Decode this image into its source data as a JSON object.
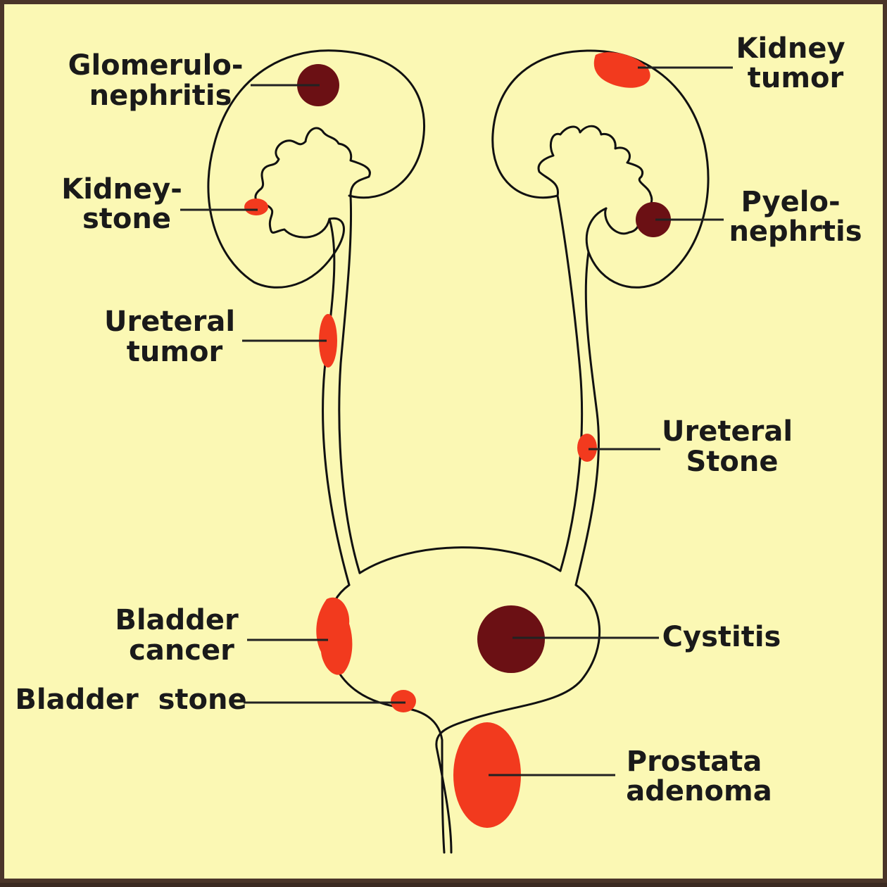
{
  "labels": {
    "glomerulonephritis": [
      "Glomerulo-",
      "nephritis"
    ],
    "kidney_stone": [
      "Kidney-",
      "stone"
    ],
    "ureteral_tumor": [
      "Ureteral",
      "tumor"
    ],
    "bladder_cancer": [
      "Bladder",
      "cancer"
    ],
    "bladder_stone": [
      "Bladder  stone"
    ],
    "kidney_tumor": [
      "Kidney",
      "tumor"
    ],
    "pyelonephritis": [
      "Pyelo-",
      "nephrtis"
    ],
    "ureteral_stone": [
      "Ureteral",
      "Stone"
    ],
    "cystitis": [
      "Cystitis"
    ],
    "prostata_adenoma": [
      "Prostata",
      "adenoma"
    ]
  },
  "colors": {
    "background": "#fbf8b4",
    "lesion_red": "#f23a1e",
    "lesion_dark": "#6b1014",
    "outline": "#111111"
  }
}
